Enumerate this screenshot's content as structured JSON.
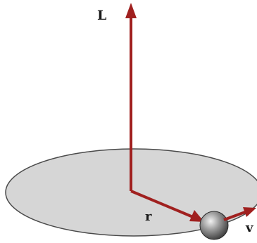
{
  "diagram": {
    "labels": {
      "angular_momentum": "L",
      "position": "r",
      "velocity": "v"
    },
    "colors": {
      "vector": "#a0201f",
      "disk_fill": "#d6d6d6",
      "disk_stroke": "#4a4a4a",
      "particle": "#6e6e6e",
      "label": "#1a1a1a"
    }
  }
}
